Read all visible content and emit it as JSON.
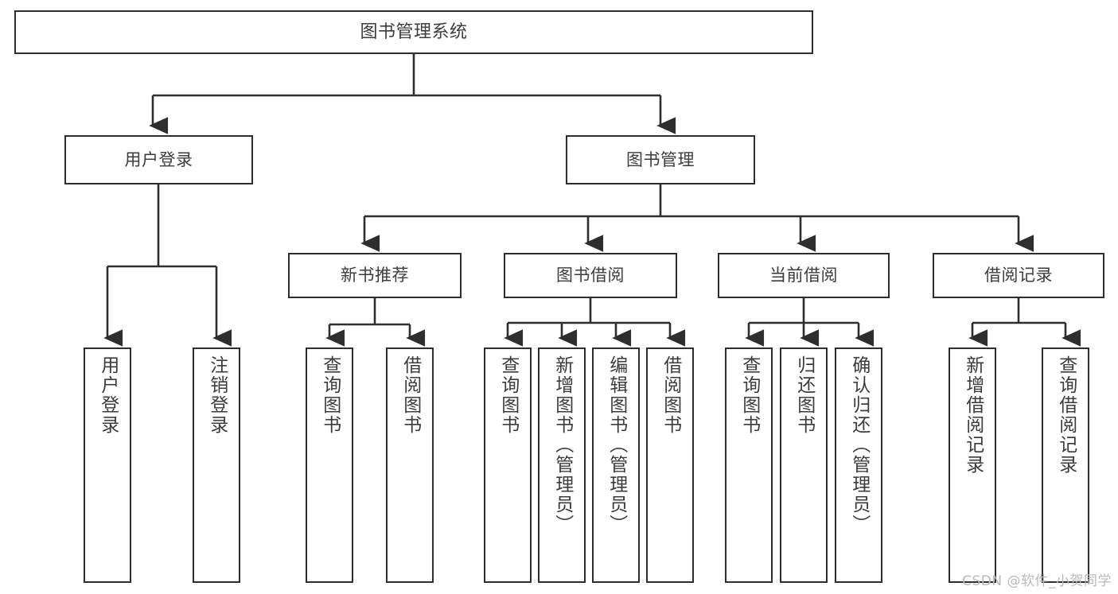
{
  "diagram": {
    "title": "图书管理系统",
    "type": "tree-hierarchy-chart",
    "orientation": "top-down",
    "style": {
      "box_border_color": "#2e2e2e",
      "box_fill_color": "#ffffff",
      "edge_color": "#2e2e2e",
      "text_color": "#3c3c3c",
      "background": "#ffffff"
    }
  },
  "nodes": {
    "root": {
      "label": "图书管理系统"
    },
    "level2": [
      {
        "id": "user-login",
        "label": "用户登录"
      },
      {
        "id": "book-manage",
        "label": "图书管理"
      }
    ],
    "level3": [
      {
        "id": "new-book-recommend",
        "label": "新书推荐"
      },
      {
        "id": "book-borrow",
        "label": "图书借阅"
      },
      {
        "id": "current-borrow",
        "label": "当前借阅"
      },
      {
        "id": "borrow-record",
        "label": "借阅记录"
      }
    ],
    "leaves": {
      "user-login": [
        {
          "id": "leaf-user-login",
          "label": "用户登录"
        },
        {
          "id": "leaf-logout-login",
          "label": "注销登录"
        }
      ],
      "new-book-recommend": [
        {
          "id": "leaf-query-book-1",
          "label": "查询图书"
        },
        {
          "id": "leaf-borrow-book-1",
          "label": "借阅图书"
        }
      ],
      "book-borrow": [
        {
          "id": "leaf-query-book-2",
          "label": "查询图书"
        },
        {
          "id": "leaf-add-book",
          "label": "新增图书（管理员）"
        },
        {
          "id": "leaf-edit-book",
          "label": "编辑图书（管理员）"
        },
        {
          "id": "leaf-borrow-book-2",
          "label": "借阅图书"
        }
      ],
      "current-borrow": [
        {
          "id": "leaf-query-book-3",
          "label": "查询图书"
        },
        {
          "id": "leaf-return-book",
          "label": "归还图书"
        },
        {
          "id": "leaf-confirm-return",
          "label": "确认归还（管理员）"
        }
      ],
      "borrow-record": [
        {
          "id": "leaf-add-record",
          "label": "新增借阅记录"
        },
        {
          "id": "leaf-query-record",
          "label": "查询借阅记录"
        }
      ]
    }
  },
  "watermark": {
    "text": "CSDN @软件_小贺同学"
  }
}
